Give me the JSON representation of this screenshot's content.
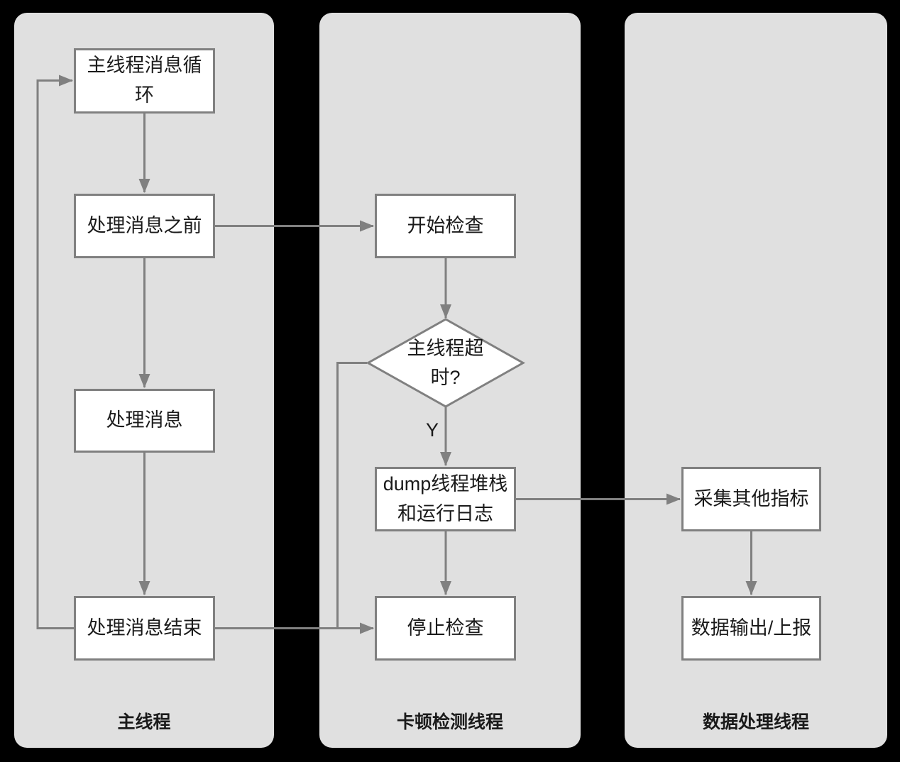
{
  "diagram": {
    "type": "flowchart-swimlanes",
    "colors": {
      "background": "#000000",
      "lane_fill": "#e0e0e0",
      "node_fill": "#ffffff",
      "stroke": "#808080",
      "text": "#1a1a1a"
    },
    "lanes": [
      {
        "id": "main-thread",
        "label": "主线程",
        "nodes": [
          {
            "id": "msg-loop",
            "shape": "rect",
            "label": "主线程消息循\n环"
          },
          {
            "id": "before-msg",
            "shape": "rect",
            "label": "处理消息之前"
          },
          {
            "id": "handle-msg",
            "shape": "rect",
            "label": "处理消息"
          },
          {
            "id": "msg-end",
            "shape": "rect",
            "label": "处理消息结束"
          }
        ]
      },
      {
        "id": "lag-detect-thread",
        "label": "卡顿检测线程",
        "nodes": [
          {
            "id": "start-check",
            "shape": "rect",
            "label": "开始检查"
          },
          {
            "id": "timeout",
            "shape": "diamond",
            "label": "主线程超\n时?"
          },
          {
            "id": "dump",
            "shape": "rect",
            "label": "dump线程堆栈\n和运行日志"
          },
          {
            "id": "stop-check",
            "shape": "rect",
            "label": "停止检查"
          }
        ]
      },
      {
        "id": "data-thread",
        "label": "数据处理线程",
        "nodes": [
          {
            "id": "collect",
            "shape": "rect",
            "label": "采集其他指标"
          },
          {
            "id": "output",
            "shape": "rect",
            "label": "数据输出/上报"
          }
        ]
      }
    ],
    "edges": [
      {
        "from": "msg-loop",
        "to": "before-msg",
        "label": ""
      },
      {
        "from": "before-msg",
        "to": "handle-msg",
        "label": ""
      },
      {
        "from": "handle-msg",
        "to": "msg-end",
        "label": ""
      },
      {
        "from": "msg-end",
        "to": "msg-loop",
        "label": "",
        "note": "loop back"
      },
      {
        "from": "before-msg",
        "to": "start-check",
        "label": ""
      },
      {
        "from": "start-check",
        "to": "timeout",
        "label": ""
      },
      {
        "from": "timeout",
        "to": "dump",
        "label": "Y"
      },
      {
        "from": "timeout",
        "to": "stop-check",
        "label": ""
      },
      {
        "from": "msg-end",
        "to": "stop-check",
        "label": ""
      },
      {
        "from": "dump",
        "to": "stop-check",
        "label": ""
      },
      {
        "from": "dump",
        "to": "collect",
        "label": ""
      },
      {
        "from": "collect",
        "to": "output",
        "label": ""
      }
    ]
  }
}
